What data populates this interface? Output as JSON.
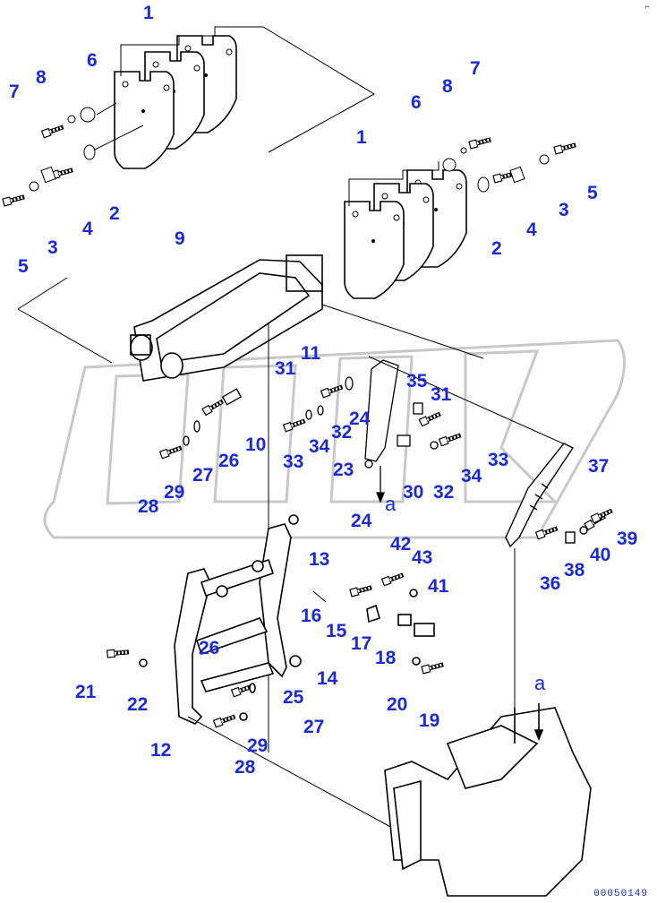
{
  "colors": {
    "callout": "#1a2ad8",
    "line": "#000000",
    "watermark": "#c8c8c8"
  },
  "diagram": {
    "parts": [
      {
        "id": "p1a",
        "text": "1"
      },
      {
        "id": "p1b",
        "text": "1"
      },
      {
        "id": "p2a",
        "text": "2"
      },
      {
        "id": "p2b",
        "text": "2"
      },
      {
        "id": "p3a",
        "text": "3"
      },
      {
        "id": "p3b",
        "text": "3"
      },
      {
        "id": "p4a",
        "text": "4"
      },
      {
        "id": "p4b",
        "text": "4"
      },
      {
        "id": "p5a",
        "text": "5"
      },
      {
        "id": "p5b",
        "text": "5"
      },
      {
        "id": "p6a",
        "text": "6"
      },
      {
        "id": "p6b",
        "text": "6"
      },
      {
        "id": "p7a",
        "text": "7"
      },
      {
        "id": "p7b",
        "text": "7"
      },
      {
        "id": "p8a",
        "text": "8"
      },
      {
        "id": "p8b",
        "text": "8"
      },
      {
        "id": "p9",
        "text": "9"
      },
      {
        "id": "p10",
        "text": "10"
      },
      {
        "id": "p11",
        "text": "11"
      },
      {
        "id": "p12",
        "text": "12"
      },
      {
        "id": "p13",
        "text": "13"
      },
      {
        "id": "p14",
        "text": "14"
      },
      {
        "id": "p15",
        "text": "15"
      },
      {
        "id": "p16",
        "text": "16"
      },
      {
        "id": "p17",
        "text": "17"
      },
      {
        "id": "p18",
        "text": "18"
      },
      {
        "id": "p19",
        "text": "19"
      },
      {
        "id": "p20",
        "text": "20"
      },
      {
        "id": "p21",
        "text": "21"
      },
      {
        "id": "p22",
        "text": "22"
      },
      {
        "id": "p23",
        "text": "23"
      },
      {
        "id": "p24a",
        "text": "24"
      },
      {
        "id": "p24b",
        "text": "24"
      },
      {
        "id": "p25",
        "text": "25"
      },
      {
        "id": "p26a",
        "text": "26"
      },
      {
        "id": "p26b",
        "text": "26"
      },
      {
        "id": "p27a",
        "text": "27"
      },
      {
        "id": "p27b",
        "text": "27"
      },
      {
        "id": "p28a",
        "text": "28"
      },
      {
        "id": "p28b",
        "text": "28"
      },
      {
        "id": "p29a",
        "text": "29"
      },
      {
        "id": "p29b",
        "text": "29"
      },
      {
        "id": "p30",
        "text": "30"
      },
      {
        "id": "p31a",
        "text": "31"
      },
      {
        "id": "p31b",
        "text": "31"
      },
      {
        "id": "p32a",
        "text": "32"
      },
      {
        "id": "p32b",
        "text": "32"
      },
      {
        "id": "p33a",
        "text": "33"
      },
      {
        "id": "p33b",
        "text": "33"
      },
      {
        "id": "p34a",
        "text": "34"
      },
      {
        "id": "p34b",
        "text": "34"
      },
      {
        "id": "p35",
        "text": "35"
      },
      {
        "id": "p36",
        "text": "36"
      },
      {
        "id": "p37",
        "text": "37"
      },
      {
        "id": "p38",
        "text": "38"
      },
      {
        "id": "p39",
        "text": "39"
      },
      {
        "id": "p40",
        "text": "40"
      },
      {
        "id": "p41",
        "text": "41"
      },
      {
        "id": "p42",
        "text": "42"
      },
      {
        "id": "p43",
        "text": "43"
      }
    ],
    "ref_marks": [
      "a",
      "a"
    ],
    "watermark_icon": "watermark-logo-icon",
    "doc_code": "00050149"
  }
}
